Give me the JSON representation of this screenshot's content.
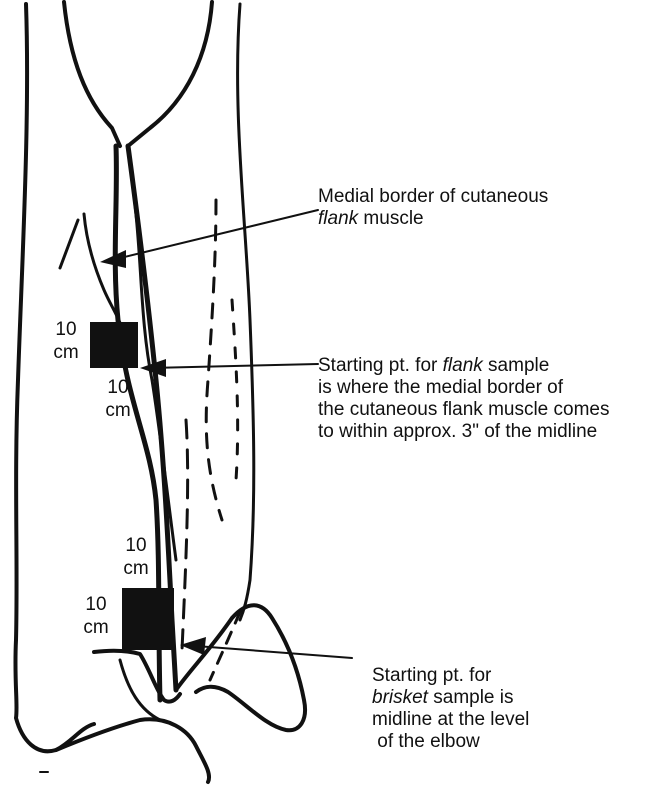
{
  "labels": {
    "medial_border": {
      "line1": "Medial border of cutaneous",
      "line2_italic": "flank",
      "line2_rest": " muscle"
    },
    "flank_start": {
      "line1_prefix": "Starting pt. for ",
      "line1_italic": "flank",
      "line1_suffix": " sample",
      "line2": "is where the medial border of",
      "line3": "the cutaneous flank muscle comes",
      "line4": "to within approx. 3\" of the midline"
    },
    "brisket_start": {
      "line1": "Starting pt. for",
      "line2_italic": "brisket",
      "line2_rest": " sample  is",
      "line3": "midline at the level",
      "line4": " of the elbow"
    }
  },
  "dimensions": {
    "flank_height": {
      "value": "10",
      "unit": "cm"
    },
    "flank_width": {
      "value": "10",
      "unit": "cm"
    },
    "brisket_width": {
      "value": "10",
      "unit": "cm"
    },
    "brisket_height": {
      "value": "10",
      "unit": "cm"
    }
  },
  "colors": {
    "ink": "#111111",
    "background": "#ffffff"
  }
}
